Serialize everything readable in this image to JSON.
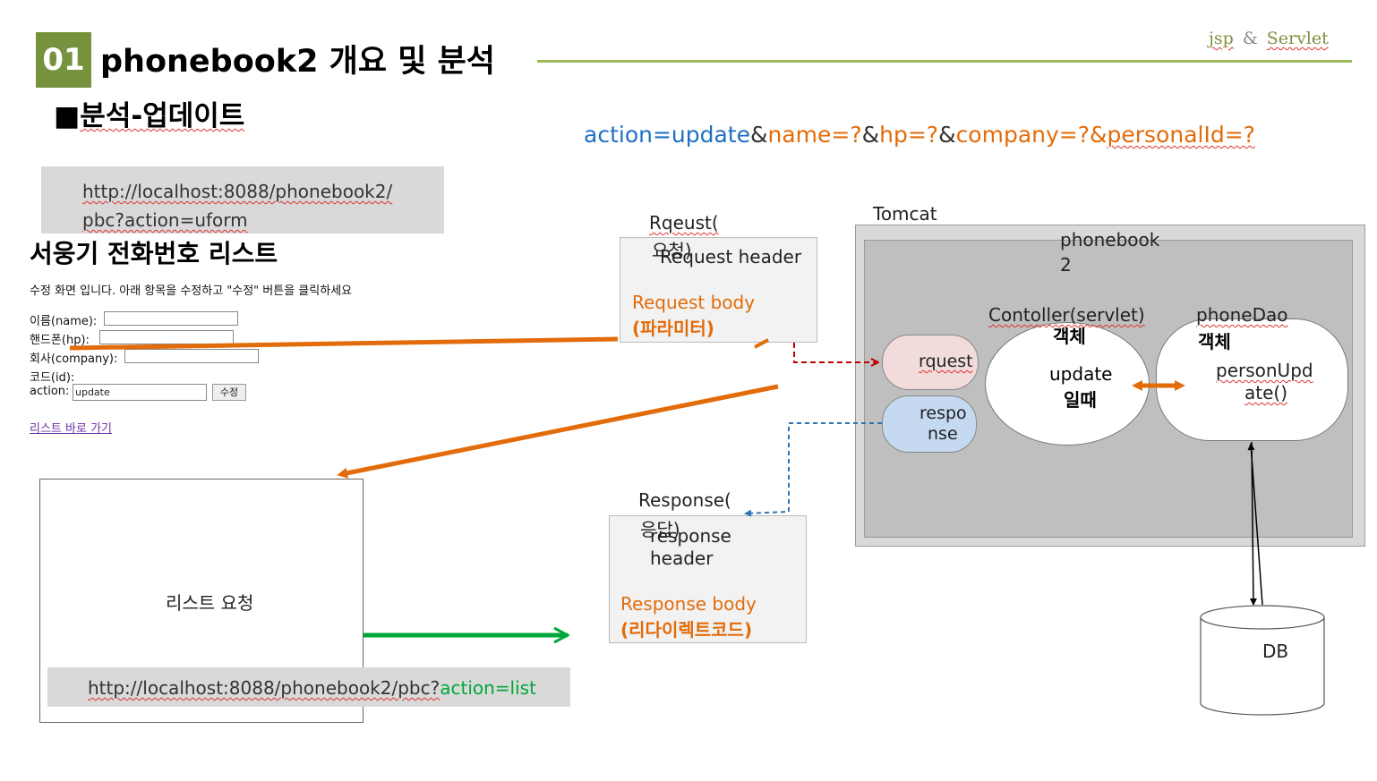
{
  "header": {
    "number": "01",
    "title": "phonebook2 개요 및 분석",
    "subtitle_prefix": "■",
    "subtitle": "분석-업데이트",
    "brand_left": "jsp",
    "brand_amp": "&",
    "brand_right": "Servlet"
  },
  "query": {
    "action": "action=update",
    "amp1": "&",
    "name": "name=?",
    "amp2": "&",
    "hp": "hp=?",
    "amp3": "&",
    "company": "company=?&",
    "personid": "personalId=?"
  },
  "url_top": {
    "line1": "http://localhost:8088/phonebook2/",
    "line2": "pbc?action=uform"
  },
  "form": {
    "title": "서웅기 전화번호 리스트",
    "description": "수정 화면 입니다. 아래 항목을 수정하고 \"수정\" 버튼을 클릭하세요",
    "name_label": "이름(name):",
    "hp_label": "핸드폰(hp):",
    "company_label": "회사(company):",
    "id_label": "코드(id):",
    "action_label": "action:",
    "action_value": "update",
    "submit_label": "수정",
    "list_link": "리스트 바로 가기"
  },
  "list_box": {
    "label": "리스트 요청"
  },
  "url_bottom": {
    "prefix": "http://localhost:8088/phonebook2/pbc?",
    "action": "action=list"
  },
  "request": {
    "title_line1": "Rqeust(",
    "title_line2": "요청)",
    "header": "Request header",
    "body": "Request body",
    "body_sub": "(파라미터)"
  },
  "response": {
    "title_line1": "Response(",
    "title_line2": "응답)",
    "header_line1": "response",
    "header_line2": "header",
    "body": "Response body",
    "body_sub": "(리다이렉트코드)"
  },
  "tomcat": {
    "label": "Tomcat",
    "app_line1": "phonebook",
    "app_line2": "2",
    "controller_title": "Contoller(servlet)",
    "controller_sub": "객체",
    "controller_text1": "update",
    "controller_text2": "일때",
    "dao_title": "phoneDao",
    "dao_sub": "객체",
    "dao_text1": "personUpd",
    "dao_text2": "ate()",
    "req_pill": "rquest",
    "resp_pill_line1": "respo",
    "resp_pill_line2": "nse"
  },
  "db": {
    "label": "DB"
  },
  "colors": {
    "badge": "#76923c",
    "rule": "#9bbb59",
    "orange": "#e36c0a",
    "blue": "#1f6fc4",
    "green": "#00a83a",
    "request_arrow": "#c00000",
    "response_arrow": "#2e75b6",
    "request_pill": "#f2dcdb",
    "response_pill": "#c5d9f1"
  }
}
